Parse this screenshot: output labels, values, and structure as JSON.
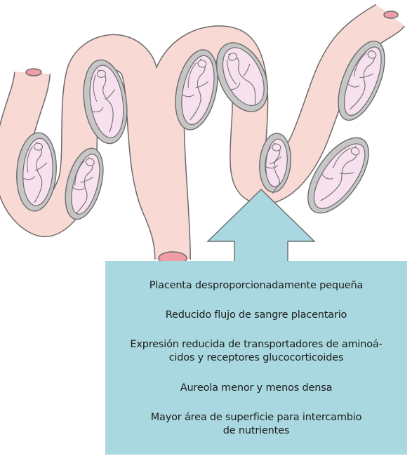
{
  "colors": {
    "uterus_fill": "#f9d9d4",
    "uterus_outline": "#6b6b6b",
    "placenta_gray": "#c6c6c6",
    "fetus_fill": "#f7e1ee",
    "ends_fill": "#ef9ea8",
    "callout_fill": "#a9d8e0",
    "text": "#1d1d1b"
  },
  "icons": [
    "uterine-horn",
    "embryo",
    "placenta",
    "arrow-up"
  ],
  "callout": {
    "lines": [
      "Placenta desproporcionadamente pequeña",
      "Reducido flujo de sangre placentario",
      "Expresión reducida de transportadores de aminoá-\ncidos y receptores glucocorticoides",
      "Aureola menor y menos densa",
      "Mayor área de superficie para intercambio\nde nutrientes"
    ]
  }
}
